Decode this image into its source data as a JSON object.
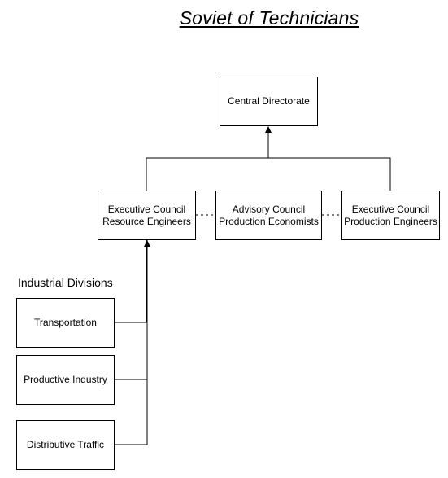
{
  "title": "Soviet of Technicians",
  "section_label": "Industrial Divisions",
  "nodes": {
    "central": "Central Directorate",
    "exec_resource": "Executive Council\nResource Engineers",
    "advisory": "Advisory Council\nProduction Economists",
    "exec_production": "Executive Council\nProduction Engineers",
    "transportation": "Transportation",
    "productive_industry": "Productive Industry",
    "distributive_traffic": "Distributive Traffic"
  }
}
